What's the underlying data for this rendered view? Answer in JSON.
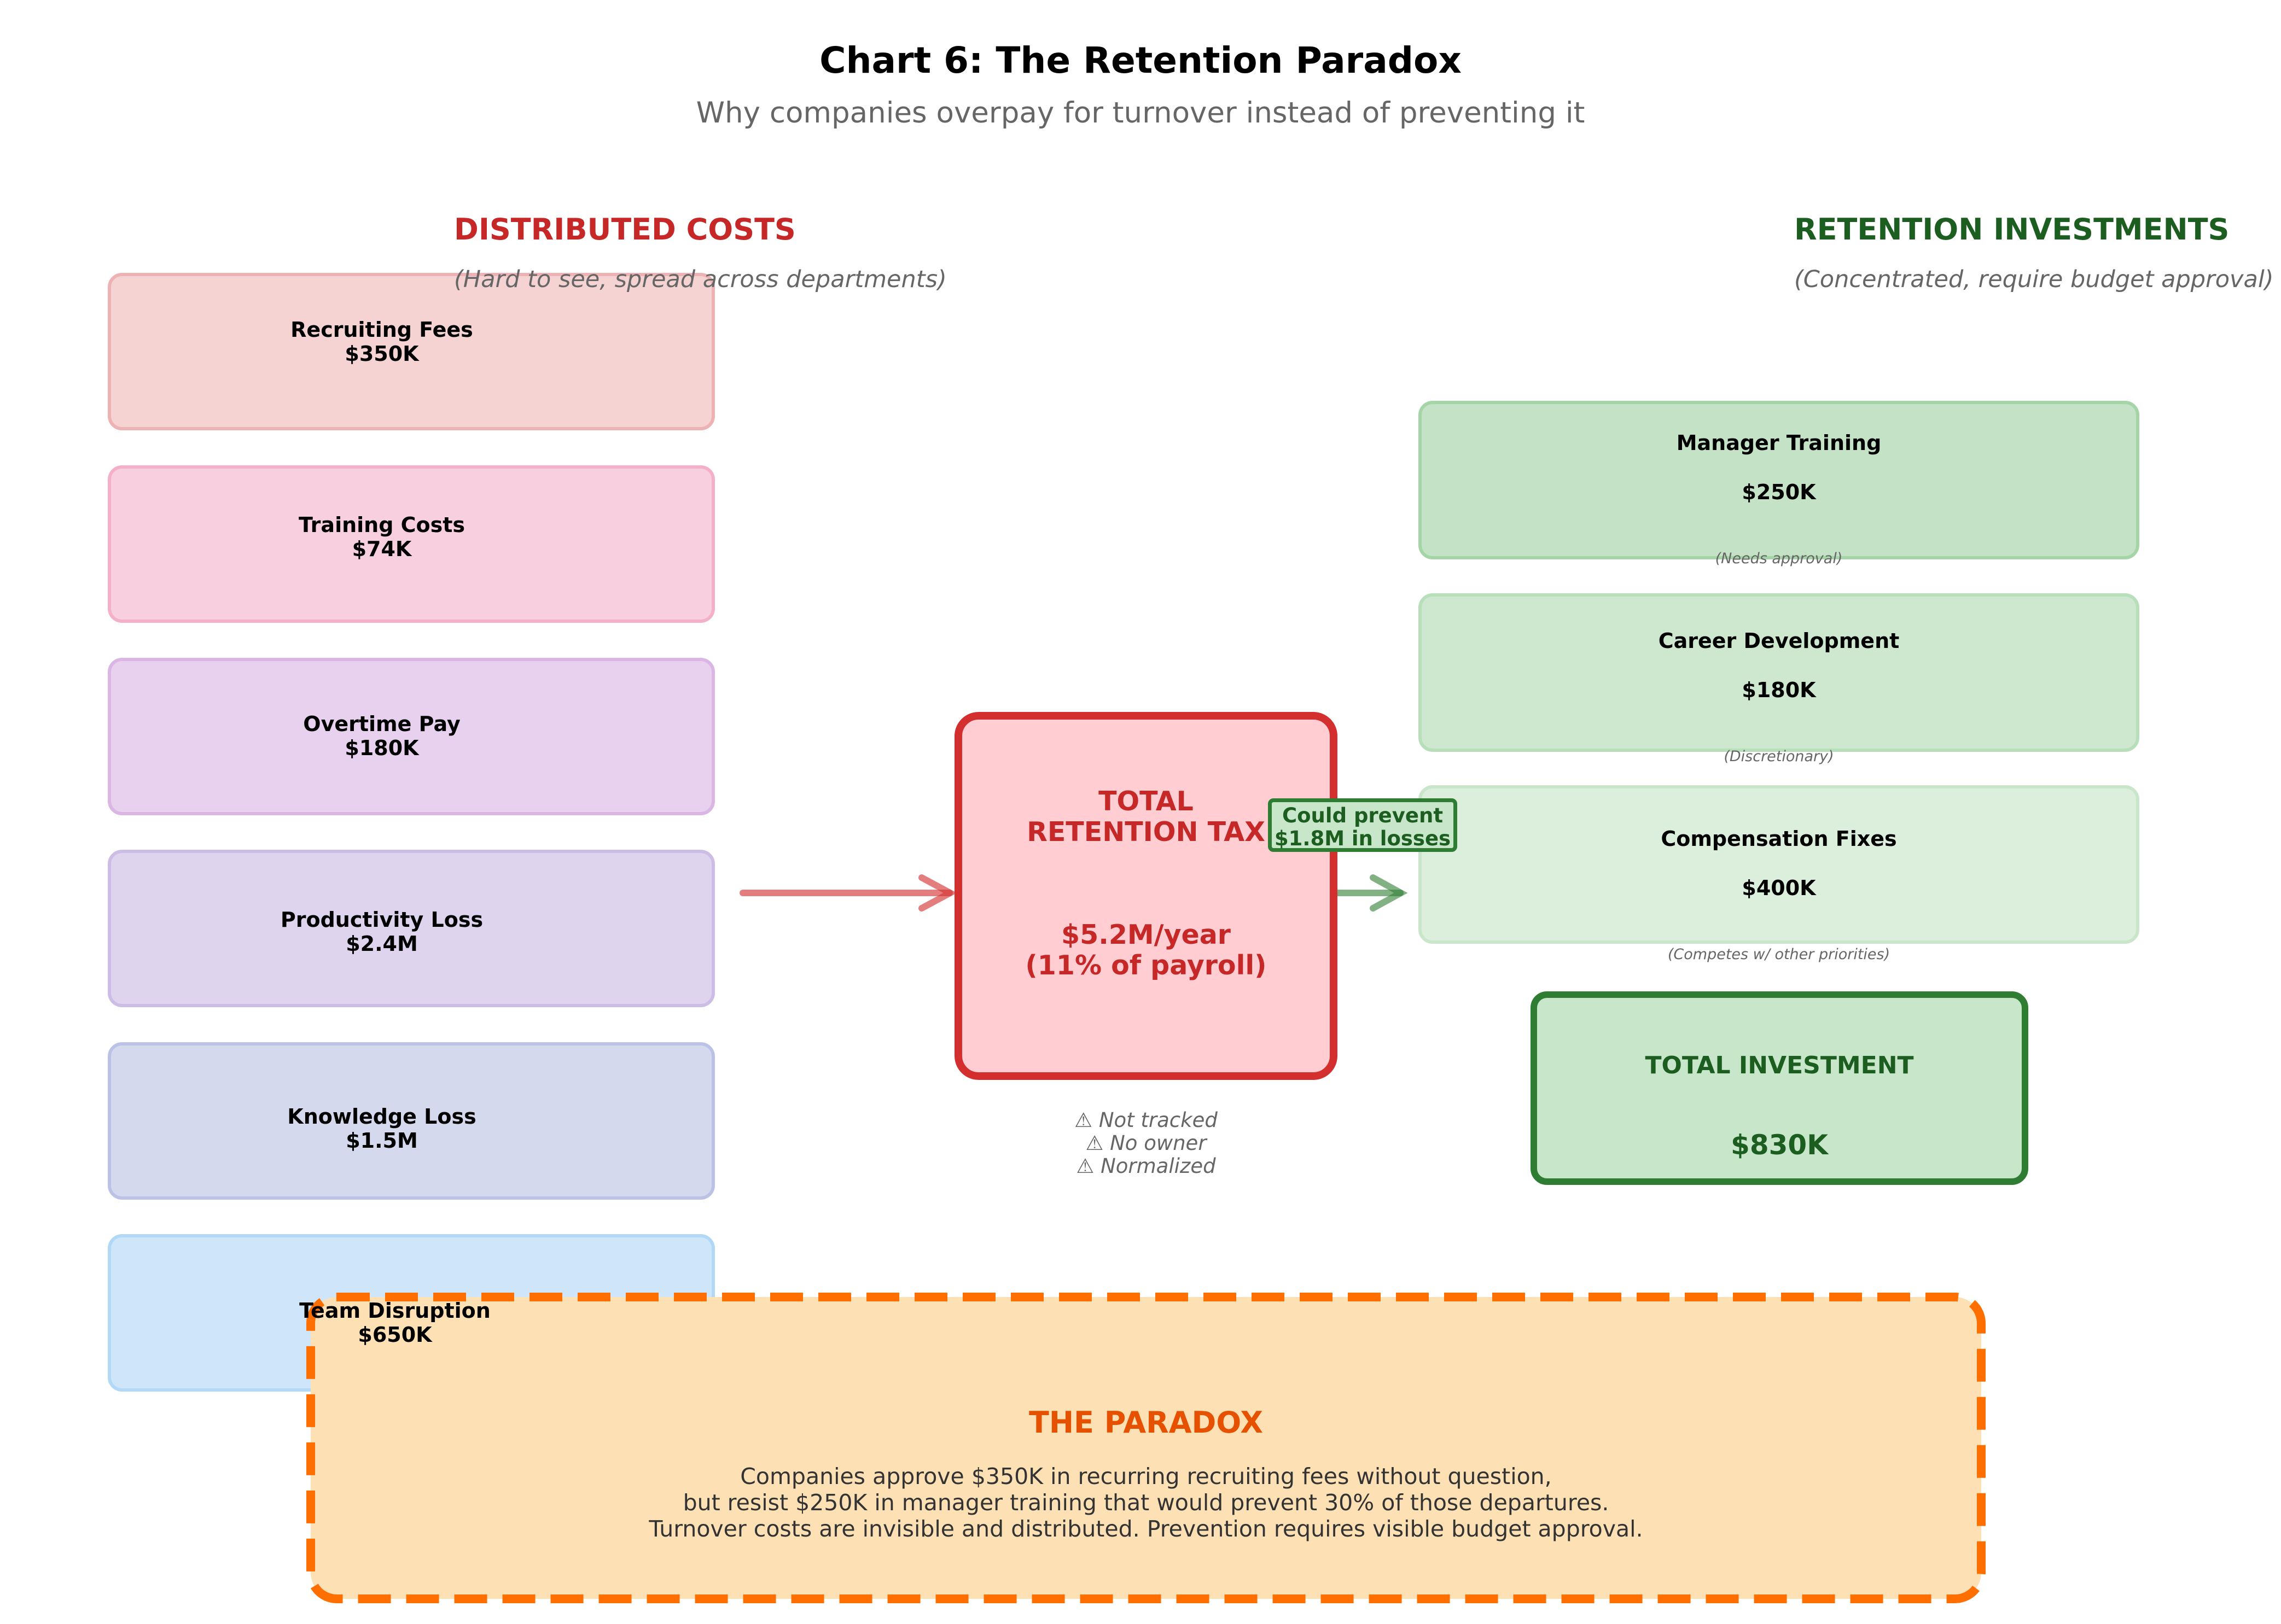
{
  "header": {
    "title": "Chart 6: The Retention Paradox",
    "subtitle": "Why companies overpay for turnover instead of preventing it"
  },
  "distributed_costs": {
    "heading": "DISTRIBUTED COSTS",
    "subheading": "(Hard to see, spread across departments)",
    "heading_color": "#c62828",
    "items": [
      {
        "name": "Recruiting Fees",
        "value": "$350K",
        "fill": "#f5d3d3",
        "stroke": "#efb2b4"
      },
      {
        "name": "Training Costs",
        "value": "$74K",
        "fill": "#f8cfdf",
        "stroke": "#f4b0c9"
      },
      {
        "name": "Overtime Pay",
        "value": "$180K",
        "fill": "#e8d1ee",
        "stroke": "#dbb5e3"
      },
      {
        "name": "Productivity Loss",
        "value": "$2.4M",
        "fill": "#ded4ee",
        "stroke": "#cbbde6"
      },
      {
        "name": "Knowledge Loss",
        "value": "$1.5M",
        "fill": "#d4d9ee",
        "stroke": "#bbc2e5"
      },
      {
        "name": "Team Disruption",
        "value": "$650K",
        "fill": "#cfe6fa",
        "stroke": "#b2d8f7"
      }
    ]
  },
  "total_tax": {
    "title_line1": "TOTAL",
    "title_line2": "RETENTION TAX",
    "value_line1": "$5.2M/year",
    "value_line2": "(11% of payroll)",
    "warnings": [
      "⚠ Not tracked",
      "⚠ No owner",
      "⚠ Normalized"
    ],
    "color": "#d32f2f"
  },
  "prevent_callout": {
    "line1": "Could prevent",
    "line2": "$1.8M in losses"
  },
  "retention_investments": {
    "heading": "RETENTION INVESTMENTS",
    "subheading": "(Concentrated, require budget approval)",
    "heading_color": "#1b5e20",
    "items": [
      {
        "name": "Manager Training",
        "value": "$250K",
        "note": "(Needs approval)",
        "fill": "#c4e2c5",
        "stroke": "#a5d5a7"
      },
      {
        "name": "Career Development",
        "value": "$180K",
        "note": "(Discretionary)",
        "fill": "#cde8cf",
        "stroke": "#b7dfb9"
      },
      {
        "name": "Compensation Fixes",
        "value": "$400K",
        "note": "(Competes w/ other priorities)",
        "fill": "#dcefdd",
        "stroke": "#c9e6ca"
      }
    ],
    "total_label": "TOTAL INVESTMENT",
    "total_value": "$830K"
  },
  "paradox": {
    "title": "THE PARADOX",
    "lines": [
      "Companies approve $350K in recurring recruiting fees without question,",
      "but resist $250K in manager training that would prevent 30% of those departures.",
      "Turnover costs are invisible and distributed. Prevention requires visible budget approval."
    ],
    "border_color": "#ff6f00",
    "fill": "#fde0b4"
  },
  "chart_data": {
    "type": "table",
    "title": "Chart 6: The Retention Paradox",
    "subtitle": "Why companies overpay for turnover instead of preventing it",
    "distributed_costs": [
      {
        "category": "Recruiting Fees",
        "value_usd": 350000
      },
      {
        "category": "Training Costs",
        "value_usd": 74000
      },
      {
        "category": "Overtime Pay",
        "value_usd": 180000
      },
      {
        "category": "Productivity Loss",
        "value_usd": 2400000
      },
      {
        "category": "Knowledge Loss",
        "value_usd": 1500000
      },
      {
        "category": "Team Disruption",
        "value_usd": 650000
      }
    ],
    "total_retention_tax_usd_per_year": 5200000,
    "total_retention_tax_pct_payroll": 11,
    "preventable_losses_usd": 1800000,
    "retention_investments": [
      {
        "category": "Manager Training",
        "value_usd": 250000,
        "note": "Needs approval"
      },
      {
        "category": "Career Development",
        "value_usd": 180000,
        "note": "Discretionary"
      },
      {
        "category": "Compensation Fixes",
        "value_usd": 400000,
        "note": "Competes w/ other priorities"
      }
    ],
    "total_investment_usd": 830000
  }
}
